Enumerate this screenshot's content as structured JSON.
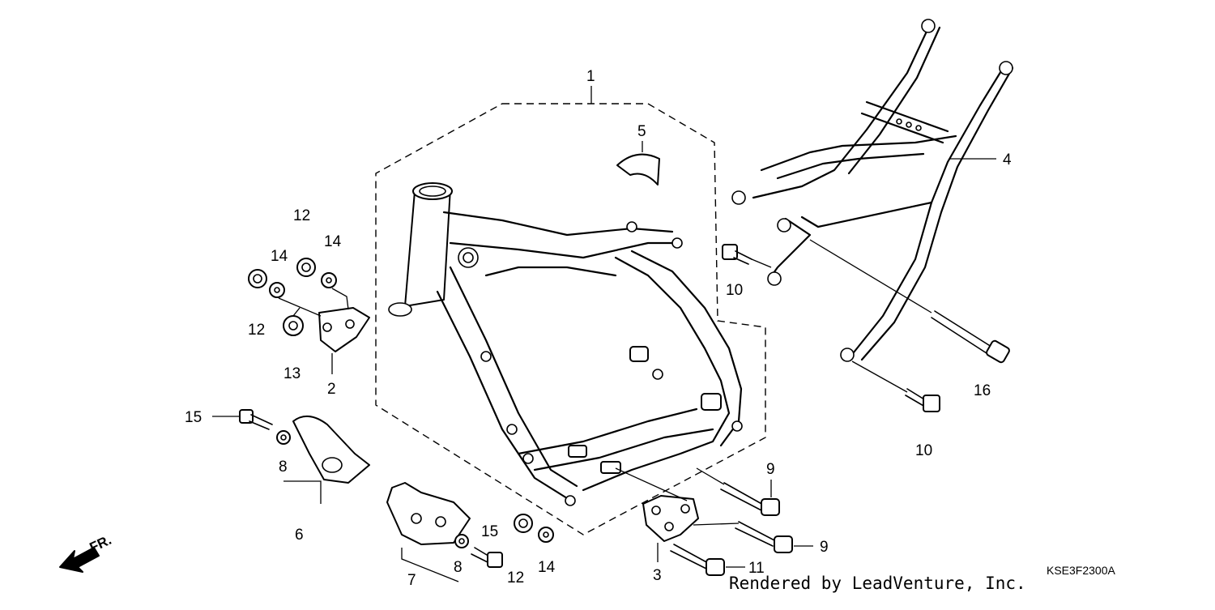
{
  "callouts": {
    "c1": "1",
    "c2": "2",
    "c3": "3",
    "c4": "4",
    "c5": "5",
    "c6": "6",
    "c7": "7",
    "c8a": "8",
    "c8b": "8",
    "c9a": "9",
    "c9b": "9",
    "c10a": "10",
    "c10b": "10",
    "c11": "11",
    "c12a": "12",
    "c12b": "12",
    "c12c": "12",
    "c13": "13",
    "c14a": "14",
    "c14b": "14",
    "c14c": "14",
    "c15a": "15",
    "c15b": "15",
    "c16": "16"
  },
  "direction_label": "FR.",
  "credit": "Rendered by LeadVenture, Inc.",
  "diagram_code": "KSE3F2300A"
}
